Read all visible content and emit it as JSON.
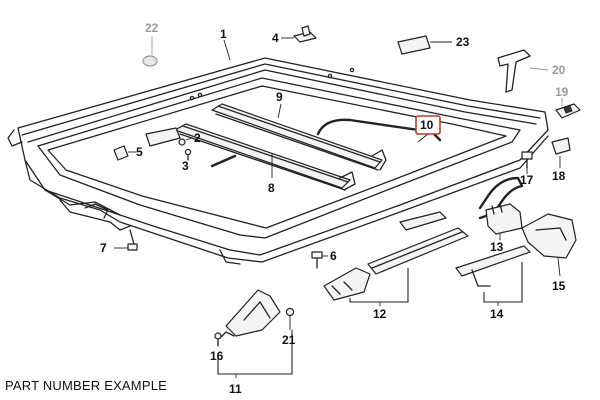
{
  "caption": "PART NUMBER EXAMPLE",
  "callouts": {
    "n1": "1",
    "n2": "2",
    "n3": "3",
    "n4": "4",
    "n5": "5",
    "n6": "6",
    "n7": "7",
    "n8": "8",
    "n9": "9",
    "n10": "10",
    "n11": "11",
    "n12": "12",
    "n13": "13",
    "n14": "14",
    "n15": "15",
    "n16": "16",
    "n17": "17",
    "n18": "18",
    "n19": "19",
    "n20": "20",
    "n21": "21",
    "n22": "22",
    "n23": "23"
  },
  "colors": {
    "line": "#222222",
    "grey_callout": "#9a9a9a",
    "highlight": "#c0392b"
  }
}
